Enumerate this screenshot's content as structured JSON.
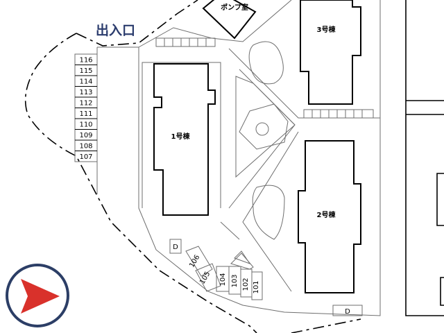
{
  "entrance_label": "出入口",
  "pump_room_label": "ポンプ室",
  "buildings": {
    "b1": "1号棟",
    "b2": "2号棟",
    "b3": "3号棟"
  },
  "parking_left": [
    "116",
    "115",
    "114",
    "113",
    "112",
    "111",
    "110",
    "109",
    "108",
    "107"
  ],
  "parking_bottom": [
    "106",
    "105",
    "104",
    "103",
    "102",
    "101"
  ],
  "d_marker": "D",
  "nav": {
    "play_icon": "play-arrow-icon",
    "accent_color": "#d9312b",
    "ring_color": "#2c3e66"
  }
}
